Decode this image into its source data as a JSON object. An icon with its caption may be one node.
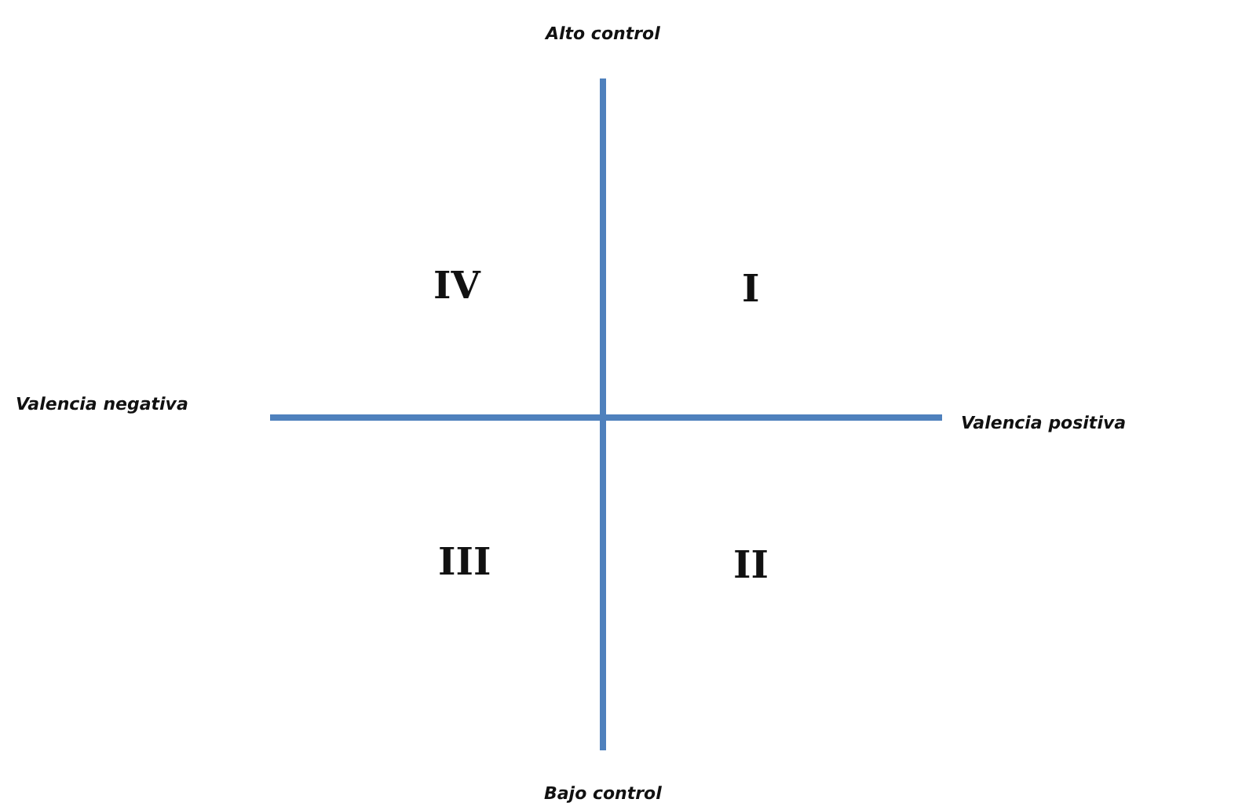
{
  "diagram": {
    "labels": [
      "Alto control",
      "IV",
      "I",
      "Valencia negativa",
      "Valencia positiva",
      "III",
      "II",
      "Bajo control"
    ]
  }
}
